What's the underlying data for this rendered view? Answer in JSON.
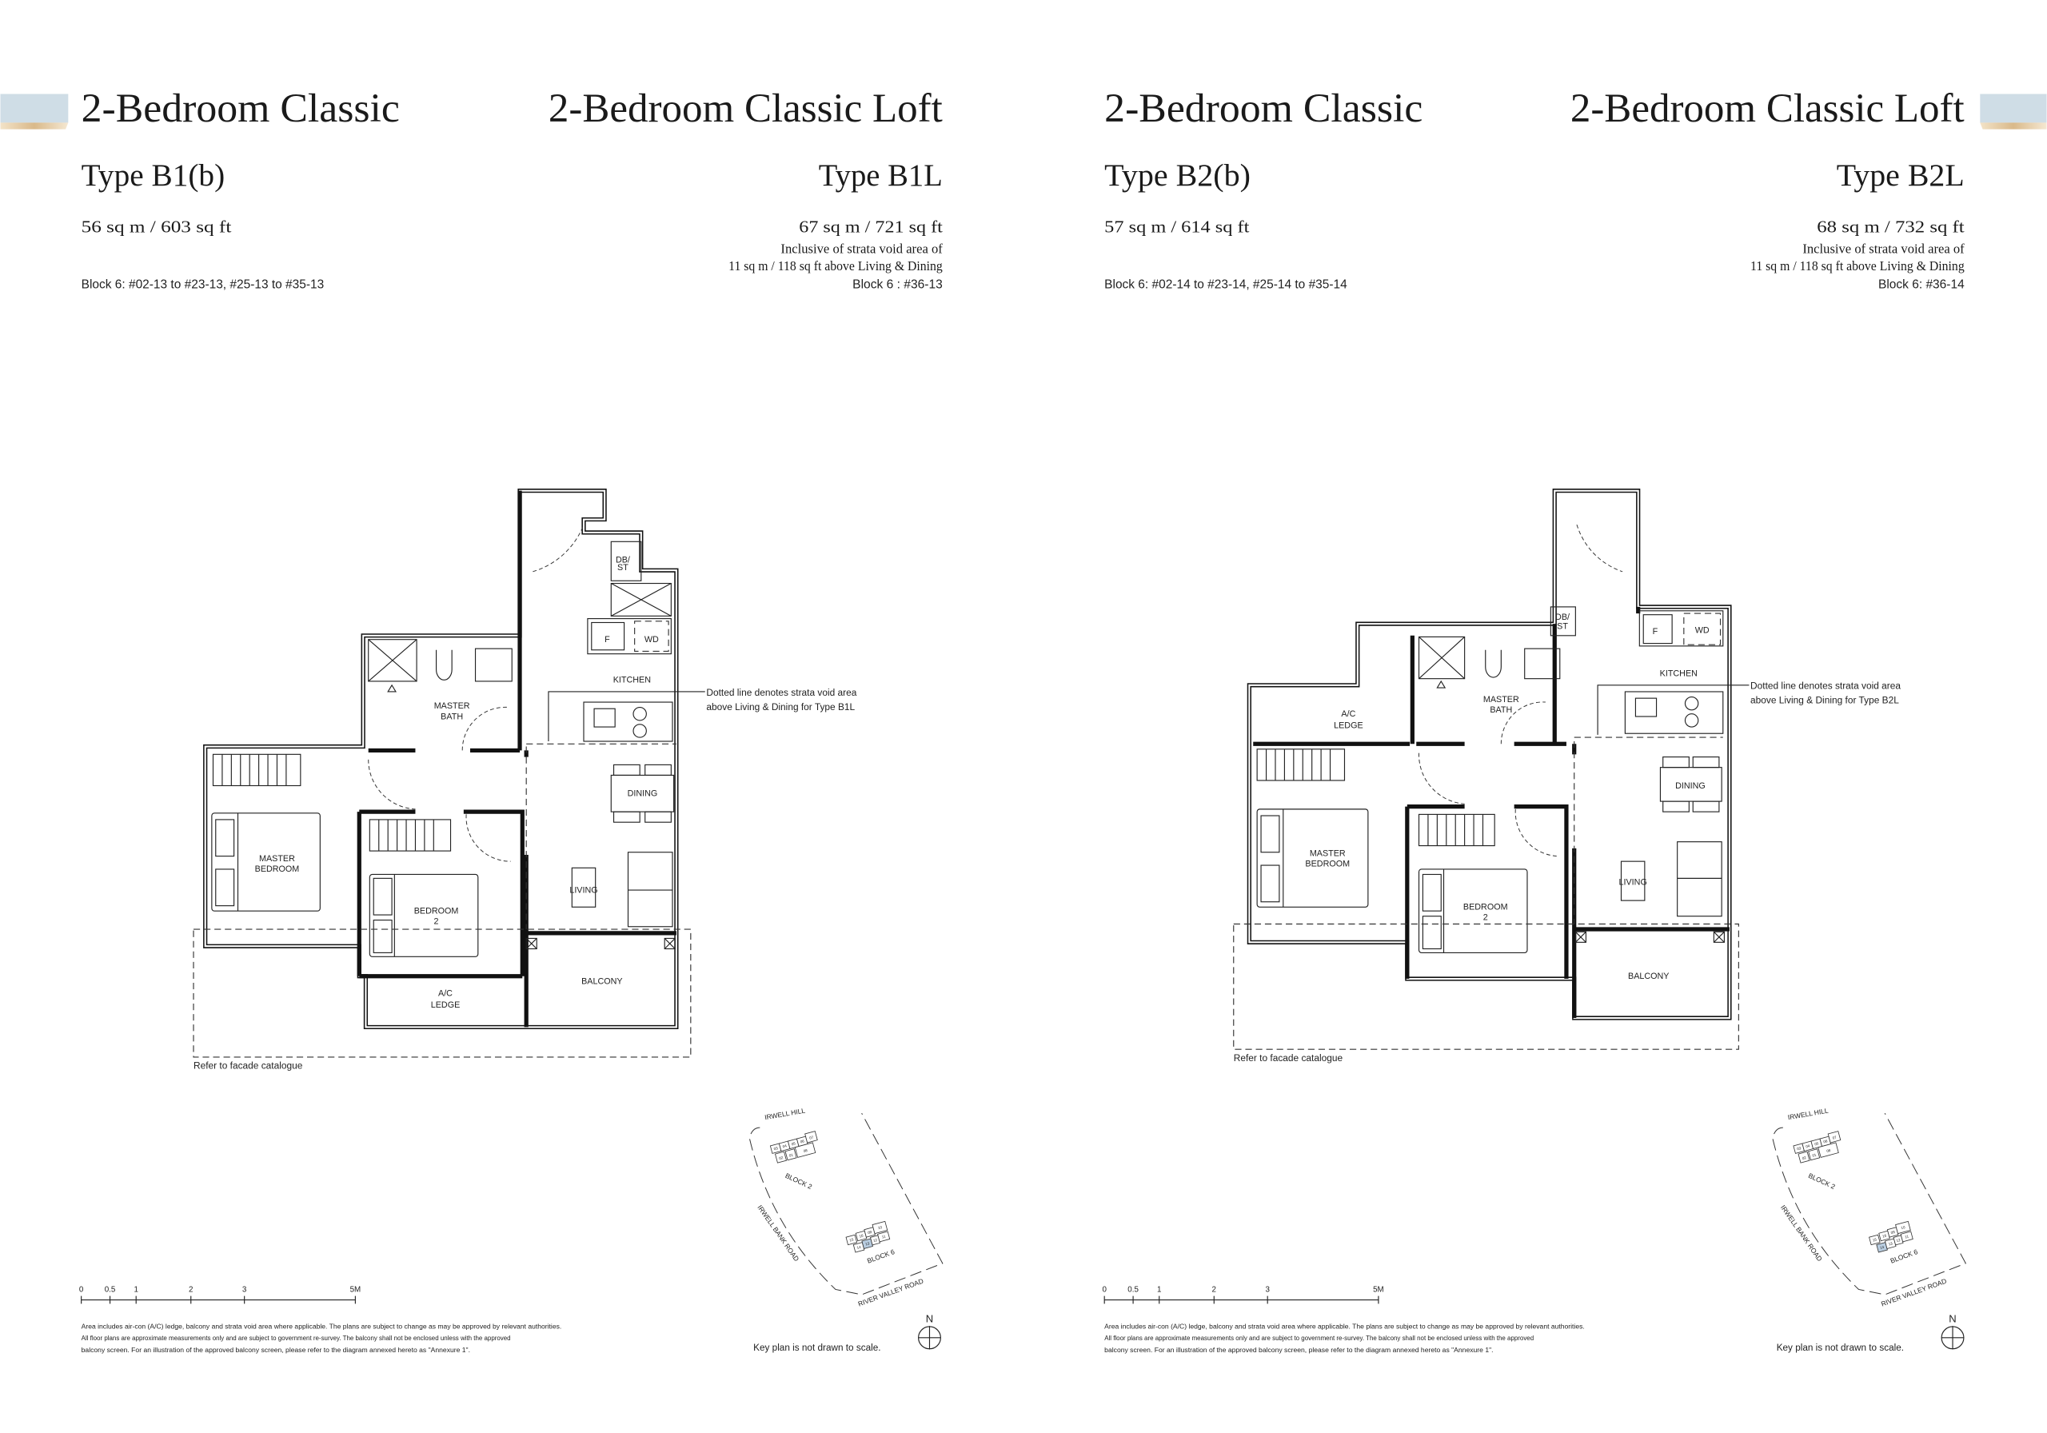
{
  "units": [
    {
      "title": "2-Bedroom Classic",
      "type": "Type B1(b)",
      "area": "56 sq m / 603 sq ft",
      "block": "Block 6: #02-13 to #23-13, #25-13 to #35-13"
    },
    {
      "title": "2-Bedroom Classic Loft",
      "type": "Type B1L",
      "area": "67 sq m / 721 sq ft",
      "void_note": [
        "Inclusive of strata void area of",
        "11 sq m / 118 sq ft above Living & Dining"
      ],
      "block": "Block 6 : #36-13"
    },
    {
      "title": "2-Bedroom Classic",
      "type": "Type B2(b)",
      "area": "57 sq m / 614 sq ft",
      "block": "Block 6: #02-14 to #23-14, #25-14 to #35-14"
    },
    {
      "title": "2-Bedroom Classic Loft",
      "type": "Type B2L",
      "area": "68 sq m / 732 sq ft",
      "void_note": [
        "Inclusive of strata void area of",
        "11 sq m / 118 sq ft above Living & Dining"
      ],
      "block": "Block 6: #36-14"
    }
  ],
  "rooms": {
    "db_st": [
      "DB/",
      "ST"
    ],
    "f": "F",
    "wd": "WD",
    "kitchen": "KITCHEN",
    "master_bath": [
      "MASTER",
      "BATH"
    ],
    "dining": "DINING",
    "living": "LIVING",
    "master_bedroom": [
      "MASTER",
      "BEDROOM"
    ],
    "bedroom2": [
      "BEDROOM",
      "2"
    ],
    "ac_ledge": [
      "A/C",
      "LEDGE"
    ],
    "balcony": "BALCONY"
  },
  "plans": [
    {
      "callout": [
        "Dotted line denotes strata void area",
        "above Living & Dining for Type B1L"
      ],
      "facade": "Refer to facade catalogue"
    },
    {
      "callout": [
        "Dotted line denotes strata void area",
        "above Living & Dining for Type B2L"
      ],
      "facade": "Refer to facade catalogue"
    }
  ],
  "scale_bar": {
    "ticks": [
      "0",
      "0.5",
      "1",
      "2",
      "3",
      "5M"
    ]
  },
  "footnote": [
    "Area includes air-con (A/C) ledge, balcony and strata void area where applicable. The plans are subject to change as may be approved by relevant authorities.",
    "All floor plans are approximate measurements only and are subject to government re-survey. The balcony shall not be enclosed unless with the approved",
    "balcony screen. For an illustration of the approved balcony screen, please refer to the diagram annexed hereto as \"Annexure 1\"."
  ],
  "key_plan": {
    "roads": [
      "IRWELL HILL",
      "IRWELL BANK ROAD",
      "RIVER VALLEY ROAD"
    ],
    "blocks": [
      "BLOCK 2",
      "BLOCK 6"
    ],
    "block2_units": [
      "03",
      "04",
      "05",
      "06",
      "07",
      "02",
      "01",
      "08"
    ],
    "block6_units": [
      "15",
      "16",
      "09",
      "10",
      "14",
      "13",
      "12",
      "11"
    ],
    "highlight": [
      "13",
      "14"
    ],
    "note": "Key plan is not drawn to scale.",
    "north": "N"
  },
  "colors": {
    "accent_blue": "#cfdde6",
    "accent_gold": "#d9b98a",
    "ink": "#111111",
    "highlight": "#b9cde0"
  }
}
